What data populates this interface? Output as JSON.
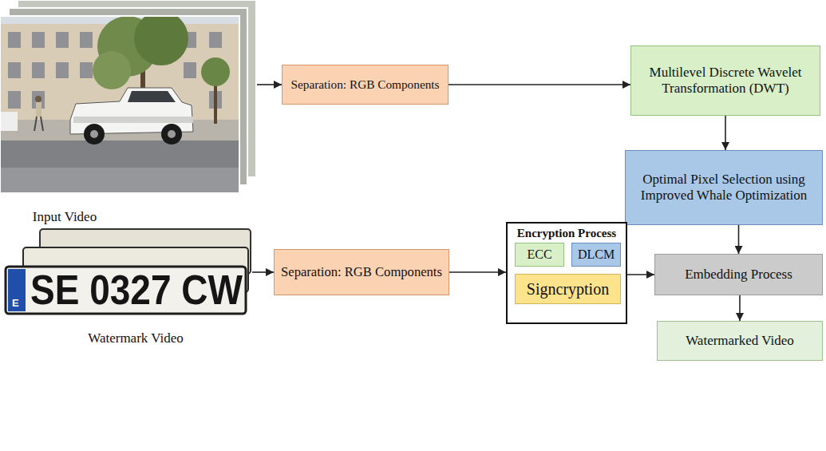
{
  "diagram": {
    "nodes": [
      {
        "text": [
          "Input Video"
        ]
      },
      {
        "text": [
          "Separation: RGB Components"
        ]
      },
      {
        "text": [
          "Multilevel Discrete Wavelet Transformation (DWT)"
        ]
      },
      {
        "text": [
          "Optimal Pixel Selection using Improved Whale Optimization"
        ]
      },
      {
        "text": [
          "Watermark Video"
        ]
      },
      {
        "text": [
          "Separation: RGB Components"
        ]
      },
      {
        "text": [
          "Encryption Process"
        ]
      },
      {
        "text": [
          "ECC"
        ],
        "in": 6
      },
      {
        "text": [
          "DLCM"
        ],
        "in": 6
      },
      {
        "text": [
          "Signcryption"
        ],
        "in": 6
      },
      {
        "text": [
          "Embedding Process"
        ]
      },
      {
        "text": [
          "Watermarked Video"
        ]
      }
    ],
    "edges": [
      {
        "from": 0,
        "to": 1,
        "arrow": "to"
      },
      {
        "from": 1,
        "to": 2,
        "arrow": "to"
      },
      {
        "from": 2,
        "to": 3,
        "arrow": "to"
      },
      {
        "from": 3,
        "to": 10,
        "arrow": "to"
      },
      {
        "from": 4,
        "to": 5,
        "arrow": "to"
      },
      {
        "from": 5,
        "to": 6,
        "arrow": "to"
      },
      {
        "from": 6,
        "to": 10,
        "arrow": "to"
      },
      {
        "from": 10,
        "to": 11,
        "arrow": "to"
      }
    ],
    "labels": [
      "SE 0327 CW",
      "E"
    ]
  }
}
